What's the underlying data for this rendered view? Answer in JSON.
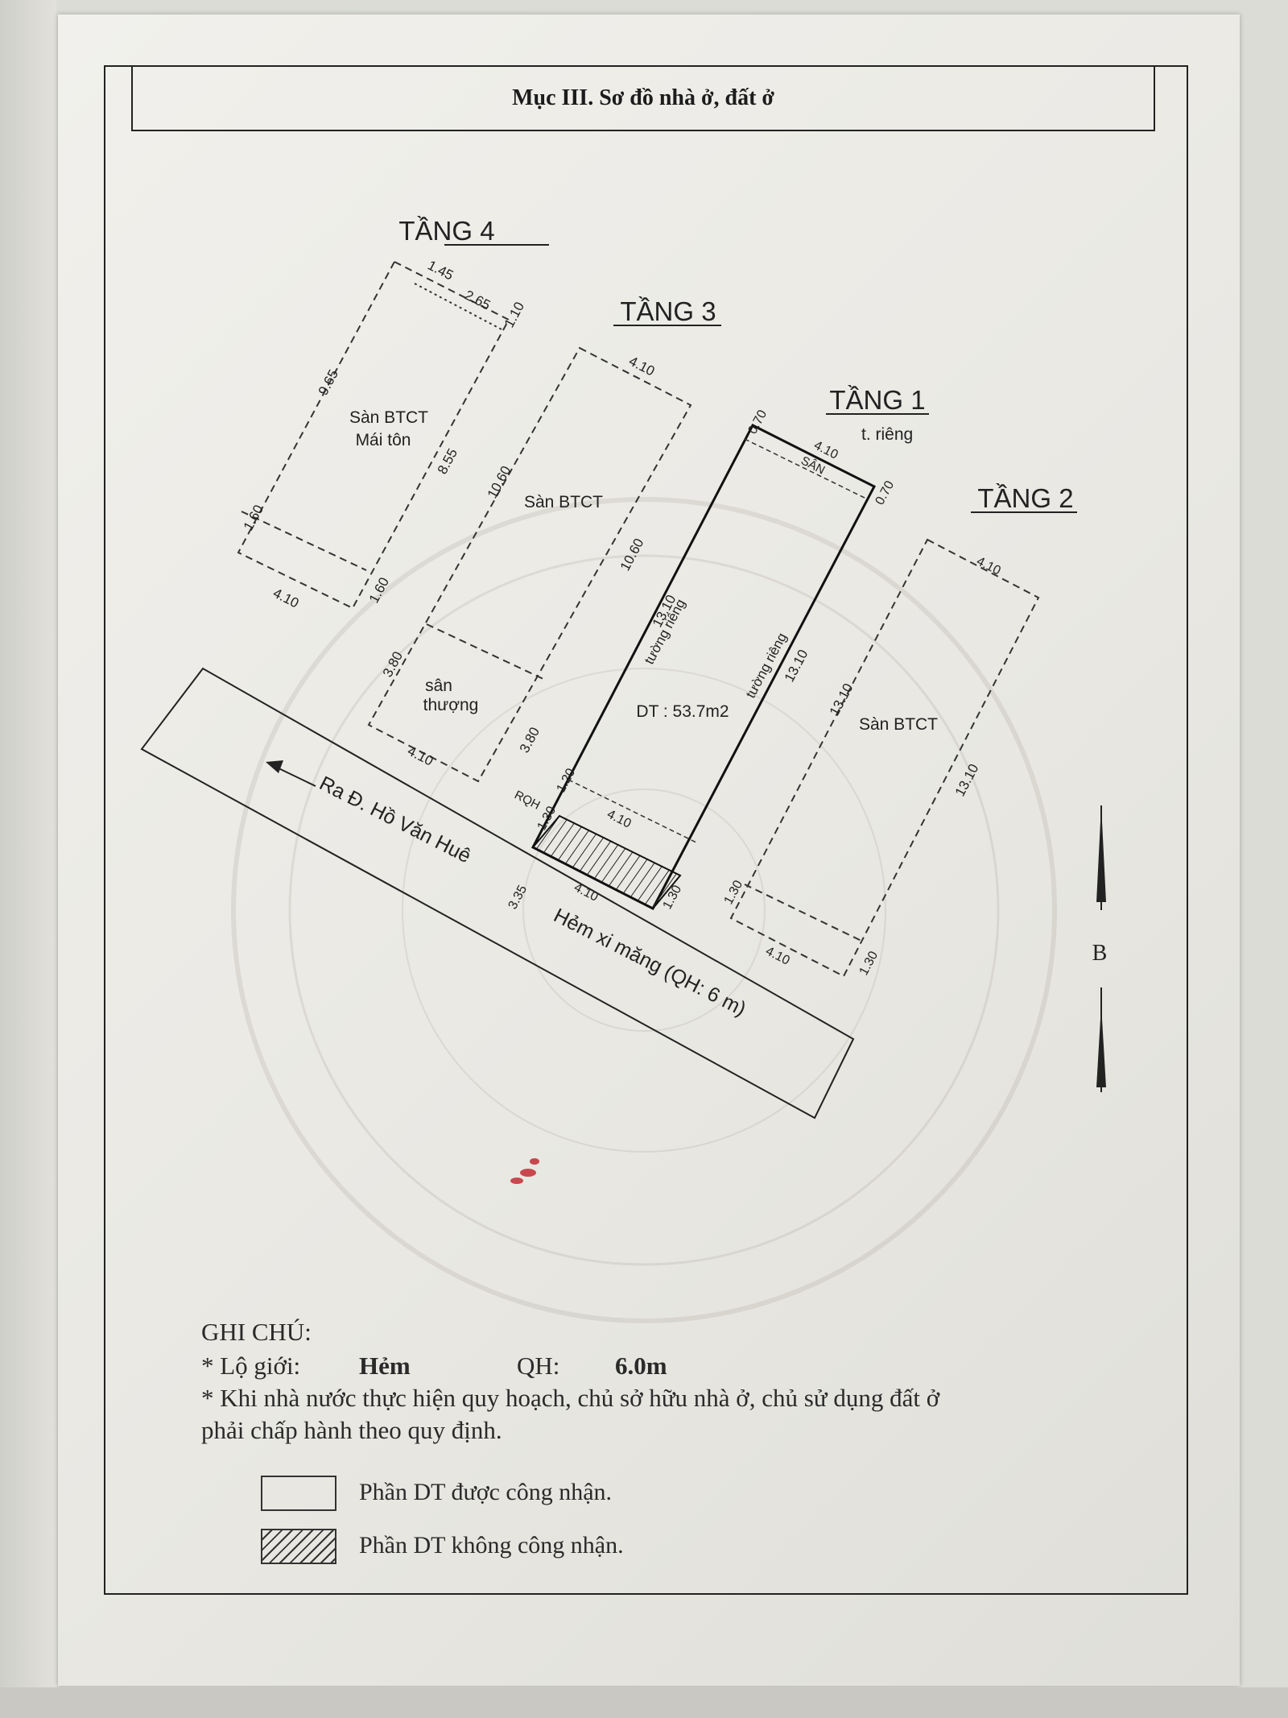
{
  "header": {
    "title": "Mục III. Sơ đồ nhà ở, đất ở"
  },
  "floors": {
    "tang4": {
      "title": "TẦNG 4",
      "area_label_1": "Sàn BTCT",
      "area_label_2": "Mái tôn",
      "dims": [
        "1.45",
        "2.65",
        "1.10",
        "9.65",
        "8.55",
        "1.60",
        "1.60",
        "4.10"
      ]
    },
    "tang3": {
      "title": "TẦNG 3",
      "area_label": "Sàn BTCT",
      "terrace_label_1": "sân",
      "terrace_label_2": "thượng",
      "dims": [
        "4.10",
        "10.60",
        "10.60",
        "3.80",
        "3.80",
        "4.10"
      ]
    },
    "tang1": {
      "title": "TẦNG 1",
      "private_wall": "t. riêng",
      "yard": "SÂN",
      "wall_left": "tường riêng",
      "wall_right": "tường riêng",
      "area": "DT : 53.7m2",
      "ranh": "RQH",
      "dims": [
        "0.70",
        "4.10",
        "0.70",
        "13.10",
        "13.10",
        "1.20",
        "4.10",
        "1.30",
        "4.10",
        "1.30",
        "3.35"
      ]
    },
    "tang2": {
      "title": "TẦNG 2",
      "area_label": "Sàn BTCT",
      "dims": [
        "4.10",
        "13.10",
        "13.10",
        "1.30",
        "4.10",
        "1.30"
      ]
    }
  },
  "road": {
    "direction_label": "Ra Đ. Hồ Văn Huê",
    "alley_label": "Hẻm xi măng (QH: 6 m)"
  },
  "compass": {
    "letter": "B"
  },
  "notes": {
    "title": "GHI CHÚ:",
    "boundary_label": "* Lộ giới:",
    "boundary_value": "Hẻm",
    "qh_label": "QH:",
    "qh_value": "6.0m",
    "line2": "* Khi nhà nước thực hiện quy hoạch, chủ sở hữu nhà ở, chủ sử dụng đất ở",
    "line3": "phải chấp hành theo quy định."
  },
  "legend": {
    "recognized": "Phần DT được công nhận.",
    "not_recognized": "Phần DT không công nhận."
  },
  "colors": {
    "ink": "#222222",
    "stamp": "#c0202a"
  }
}
